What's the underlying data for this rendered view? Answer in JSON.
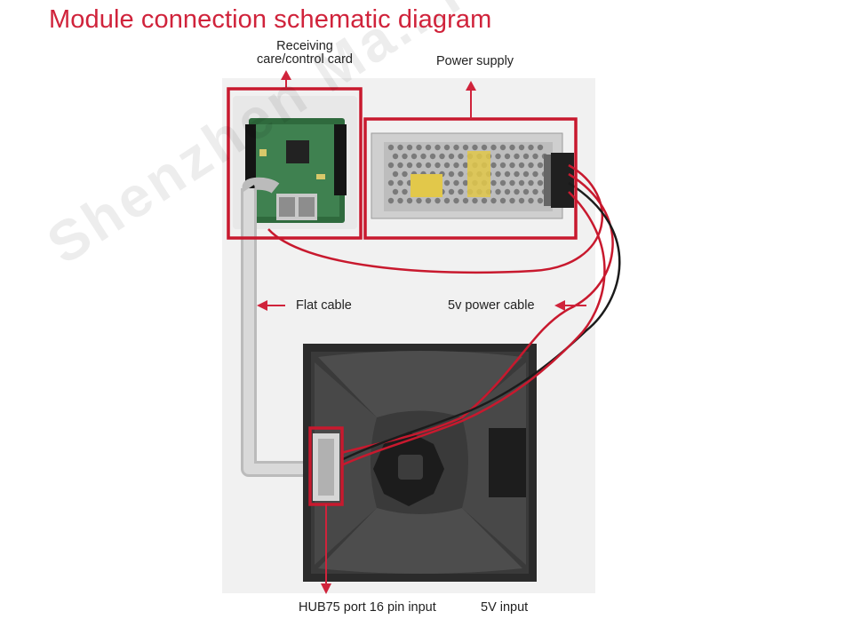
{
  "title": "Module connection schematic diagram",
  "labels": {
    "receiving_card_line1": "Receiving",
    "receiving_card_line2": "care/control card",
    "power_supply": "Power supply",
    "flat_cable": "Flat cable",
    "power_cable": "5v power cable",
    "hub75_port": "HUB75 port 16 pin input",
    "five_v_input": "5V input"
  },
  "watermark": "Shenzhen Ma...ld Co., Lt",
  "colors": {
    "accent": "#d0233b",
    "highlight_box": "#c8192e",
    "arrow": "#d0233b",
    "text": "#222222",
    "cable_red": "#c8192e",
    "cable_black": "#1b1b1b"
  }
}
